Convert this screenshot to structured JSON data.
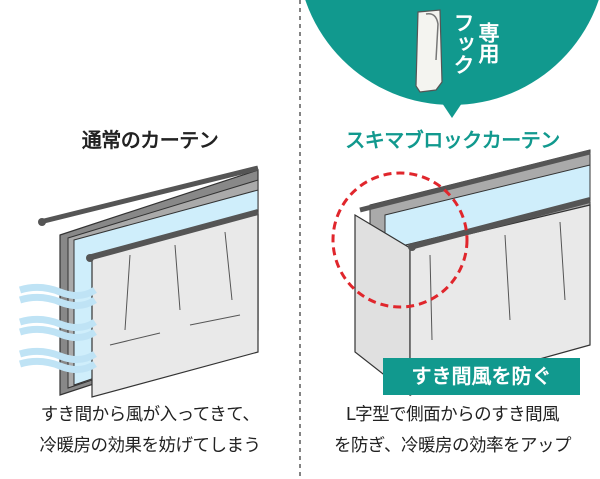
{
  "left": {
    "title": "通常のカーテン",
    "caption_lines": [
      "すき間から風が入ってきて、",
      "冷暖房の効果を妨げてしまう"
    ]
  },
  "right": {
    "title": "スキマブロックカーテン",
    "hook_label_1": "フック",
    "hook_label_2": "専用",
    "badge": "すき間風を防ぐ",
    "caption_lines": [
      "L字型で側面からのすき間風",
      "を防ぎ、冷暖房の効率をアップ"
    ]
  },
  "colors": {
    "accent": "#11998e",
    "highlight": "#e0262c",
    "wind": "#bfe3f5"
  }
}
